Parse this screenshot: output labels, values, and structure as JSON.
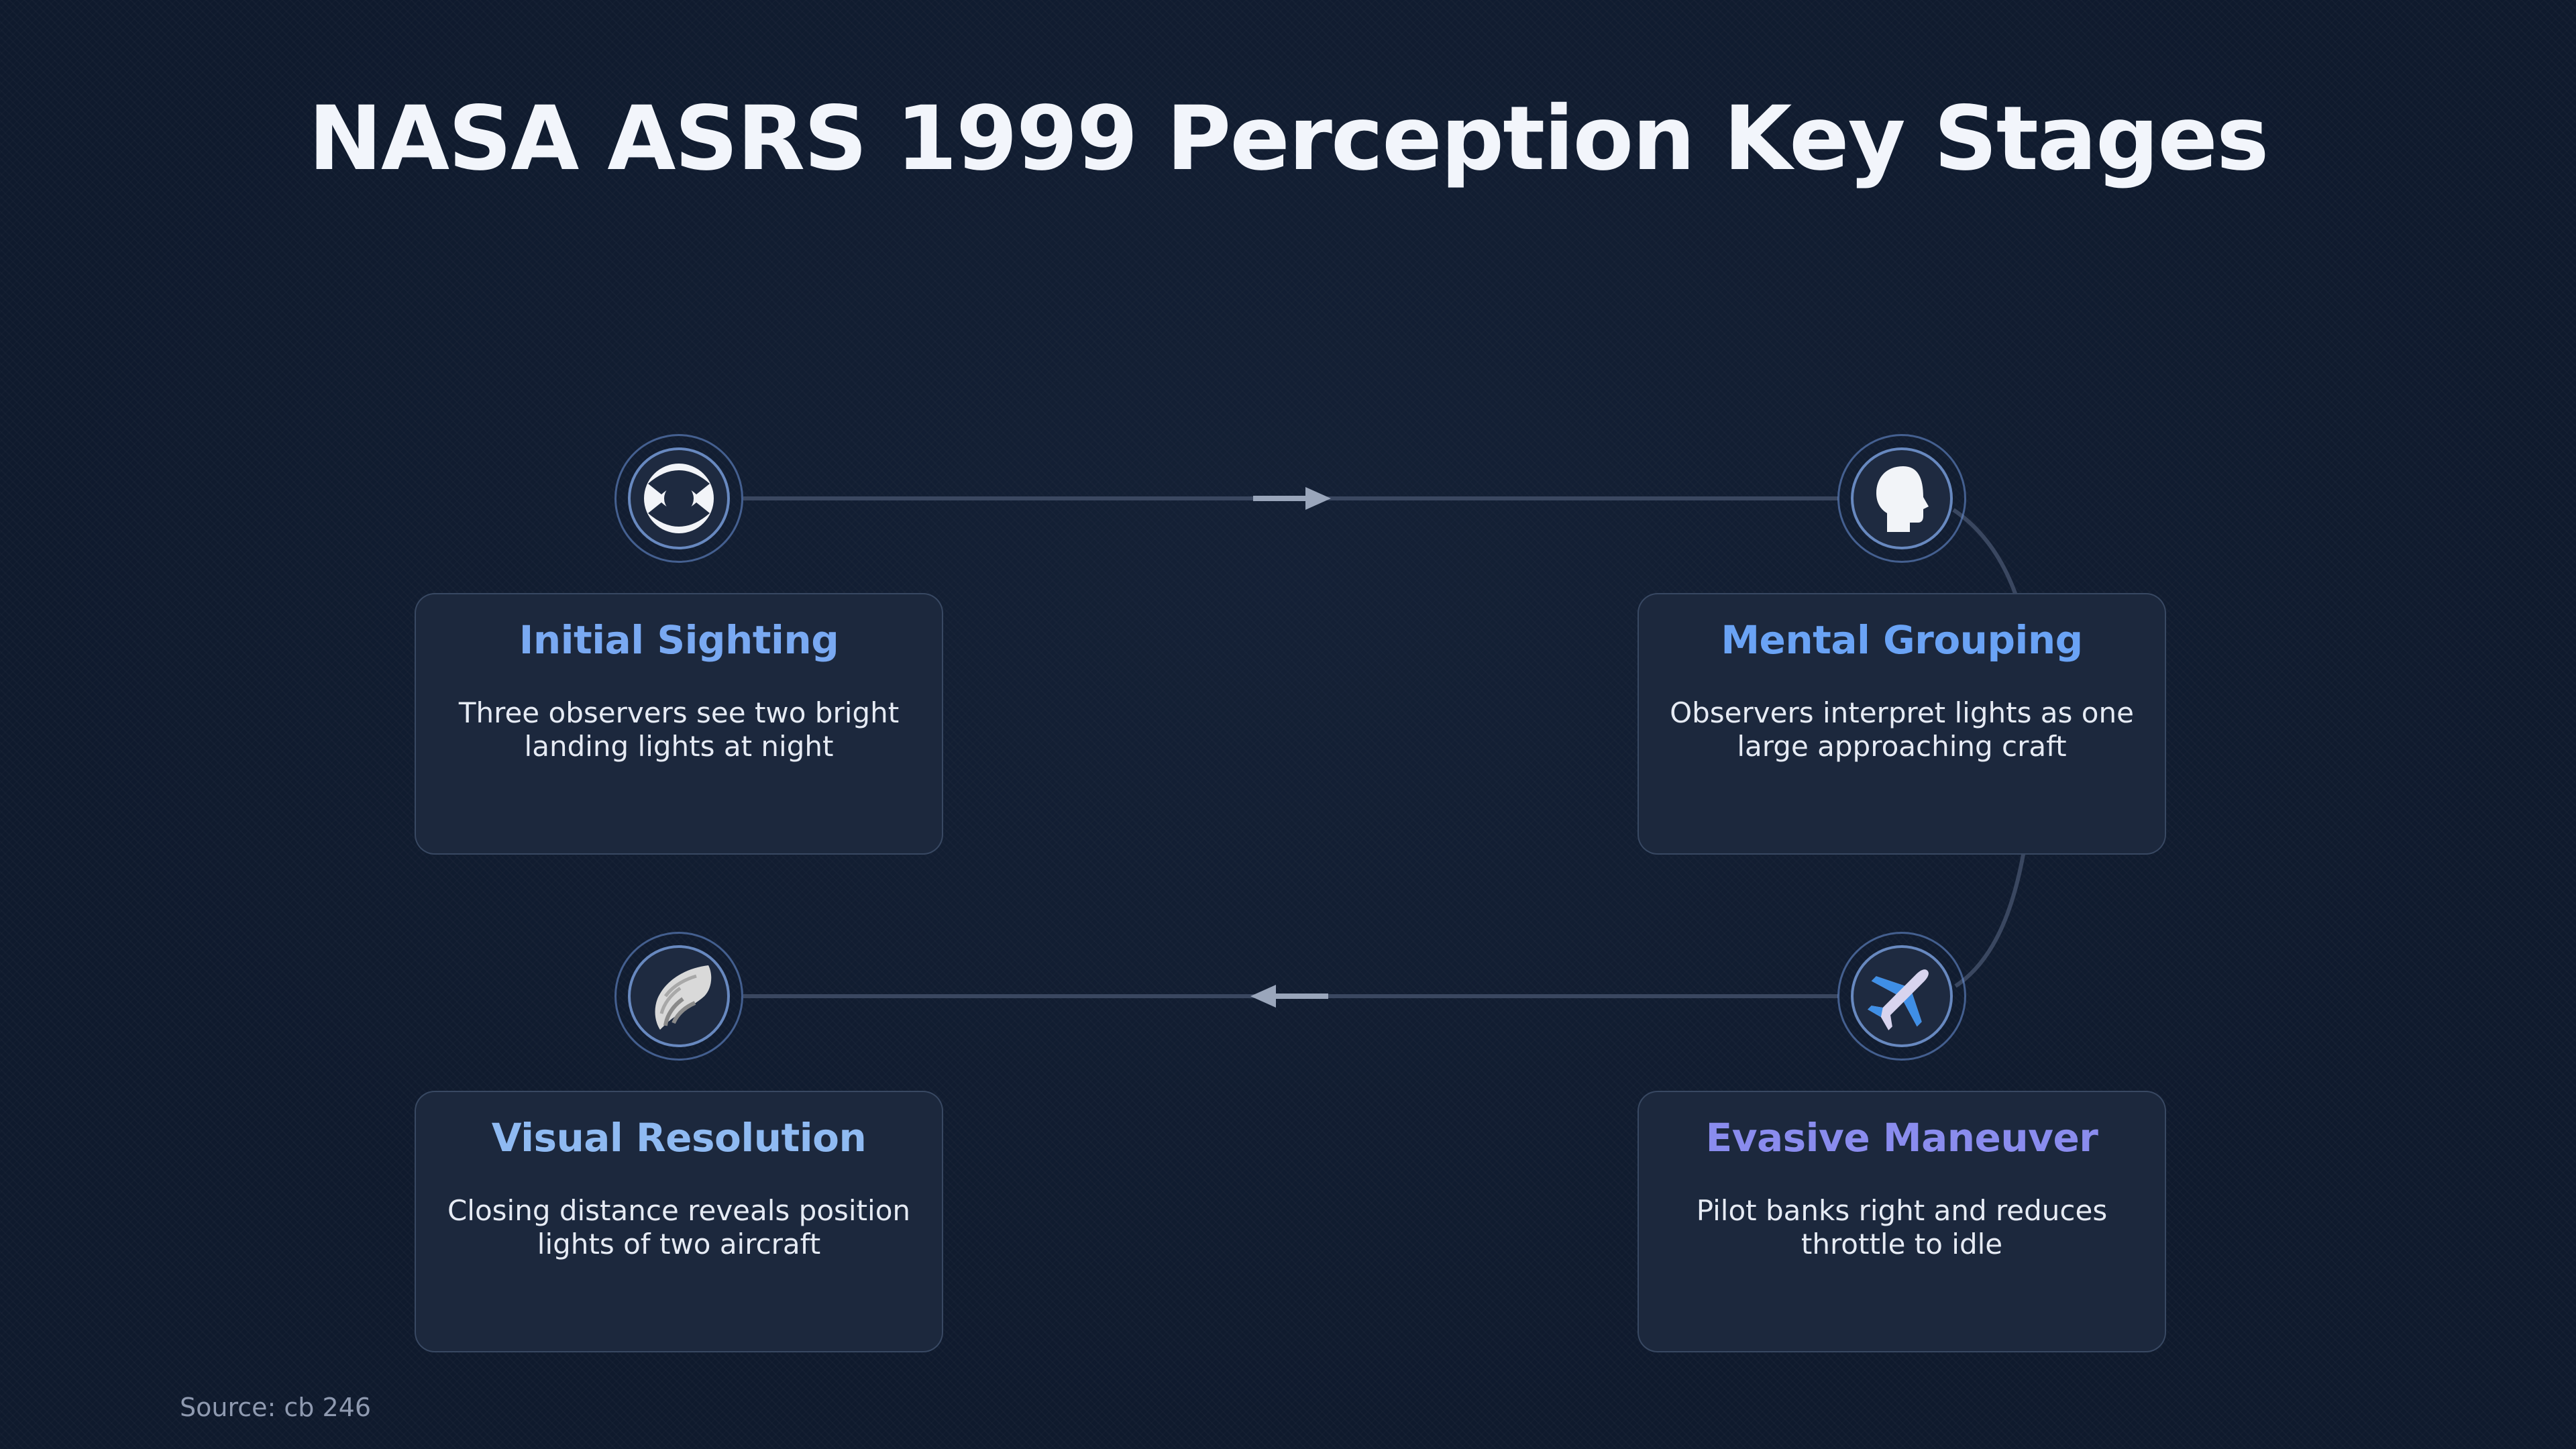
{
  "title": "NASA ASRS 1999 Perception Key Stages",
  "source": "Source: cb 246",
  "colors": {
    "background": "#0f1a2d",
    "card_background": "#1c283d",
    "connector": "#3a4760",
    "arrow": "#9aa6bb",
    "title_blue": "#6fa8f6",
    "title_lightblue": "#8db8f3",
    "title_purple": "#8b8df0"
  },
  "stages": [
    {
      "title": "Initial Sighting",
      "description": "Three observers see two bright landing lights at night",
      "icon": "eye-icon",
      "title_color": "#79a9f2"
    },
    {
      "title": "Mental Grouping",
      "description": "Observers interpret lights as one large approaching craft",
      "icon": "head-icon",
      "title_color": "#6aa3f5"
    },
    {
      "title": "Evasive Maneuver",
      "description": "Pilot banks right and reduces throttle to idle",
      "icon": "airplane-icon",
      "title_color": "#8a8cee"
    },
    {
      "title": "Visual Resolution",
      "description": "Closing distance reveals position lights of two aircraft",
      "icon": "wing-icon",
      "title_color": "#8fbaf2"
    }
  ]
}
